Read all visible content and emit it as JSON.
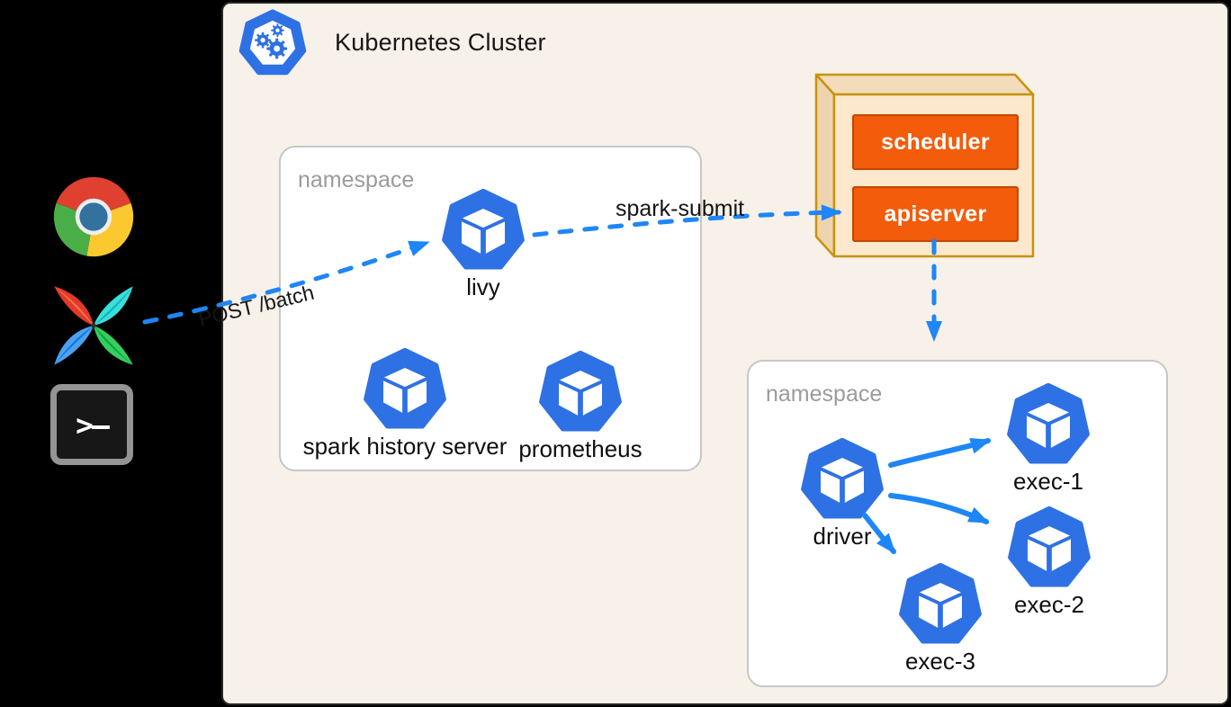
{
  "diagram": {
    "title": "Kubernetes Cluster",
    "external_clients": [
      {
        "name": "chrome-browser",
        "icon": "chrome-icon"
      },
      {
        "name": "apache-airflow",
        "icon": "airflow-icon"
      },
      {
        "name": "terminal",
        "icon": "terminal-icon",
        "prompt_glyph": ">–"
      }
    ],
    "namespaces": [
      {
        "label": "namespace",
        "pods": [
          {
            "label": "livy"
          },
          {
            "label": "spark history server"
          },
          {
            "label": "prometheus"
          }
        ]
      },
      {
        "label": "namespace",
        "pods": [
          {
            "label": "driver"
          },
          {
            "label": "exec-1"
          },
          {
            "label": "exec-2"
          },
          {
            "label": "exec-3"
          }
        ]
      }
    ],
    "control_plane": {
      "components": [
        {
          "label": "scheduler"
        },
        {
          "label": "apiserver"
        }
      ]
    },
    "edges": [
      {
        "from": "airflow",
        "to": "livy",
        "label": "POST /batch",
        "style": "dashed"
      },
      {
        "from": "livy",
        "to": "apiserver",
        "label": "spark-submit",
        "style": "dashed"
      },
      {
        "from": "apiserver",
        "to": "executor-namespace",
        "label": "",
        "style": "dashed"
      },
      {
        "from": "driver",
        "to": "exec-1",
        "label": "",
        "style": "solid"
      },
      {
        "from": "driver",
        "to": "exec-2",
        "label": "",
        "style": "solid"
      },
      {
        "from": "driver",
        "to": "exec-3",
        "label": "",
        "style": "solid"
      }
    ],
    "colors": {
      "cluster_background": "#f7f1ea",
      "pod_blue": "#2e71e4",
      "arrow_blue": "#1e86f7",
      "component_orange": "#f25c0a",
      "control_plane_fill": "#fbe8cd",
      "control_plane_border": "#c8930b",
      "namespace_border": "#c7c7c7",
      "namespace_label_gray": "#9b9b9b"
    }
  }
}
